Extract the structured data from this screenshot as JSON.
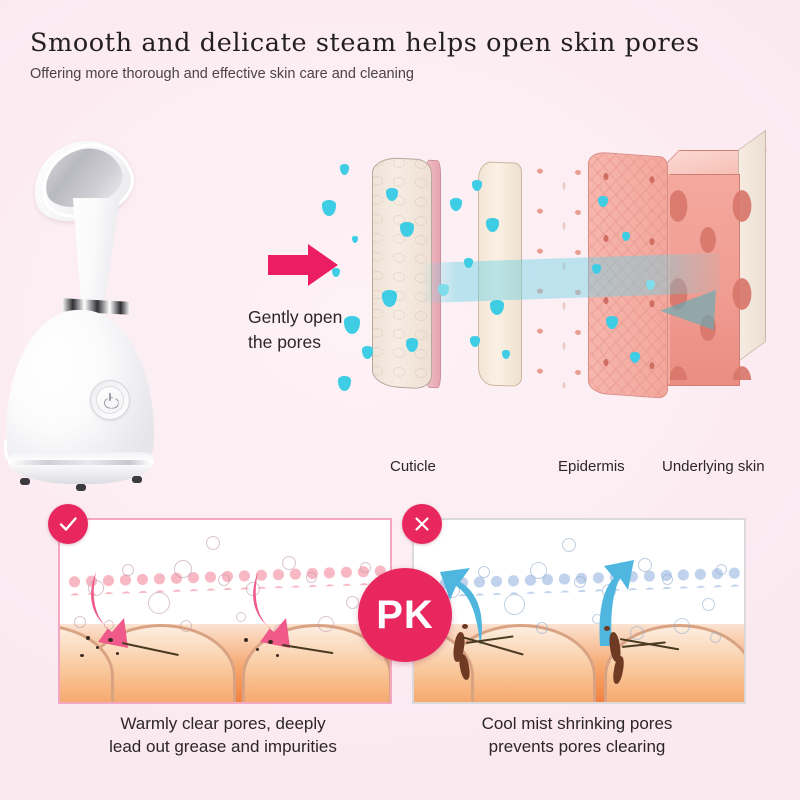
{
  "page": {
    "background_color": "#fdf1f5",
    "accent_pink": "#e8275e",
    "cyan": "#3ecde4"
  },
  "header": {
    "headline": "Smooth and delicate steam helps open skin pores",
    "subline": "Offering more thorough and effective skin care and cleaning"
  },
  "product": {
    "name": "facial-steamer",
    "power_button_icon": "power-icon"
  },
  "diagram": {
    "arrow_icon": "right-arrow-icon",
    "callout": "Gently open\nthe pores",
    "callout_line1": "Gently open",
    "callout_line2": "the pores",
    "labels": [
      {
        "id": "cuticle",
        "text": "Cuticle"
      },
      {
        "id": "epidermis",
        "text": "Epidermis"
      },
      {
        "id": "underlying-skin",
        "text": "Underlying skin"
      }
    ]
  },
  "comparison": {
    "pk_badge": "PK",
    "good": {
      "badge_icon": "check-icon",
      "border_color": "#f3a7c0",
      "caption_line1": "Warmly clear pores, deeply",
      "caption_line2": "lead out grease and impurities",
      "caption": "Warmly clear pores, deeply lead out grease and impurities",
      "arrow_direction": "down",
      "arrow_color": "#ef5a8a"
    },
    "bad": {
      "badge_icon": "x-icon",
      "border_color": "#dcd9dc",
      "caption_line1": "Cool mist shrinking pores",
      "caption_line2": "prevents pores clearing",
      "caption": "Cool mist shrinking pores prevents pores clearing",
      "arrow_direction": "up",
      "arrow_color": "#4fb6e0"
    }
  }
}
